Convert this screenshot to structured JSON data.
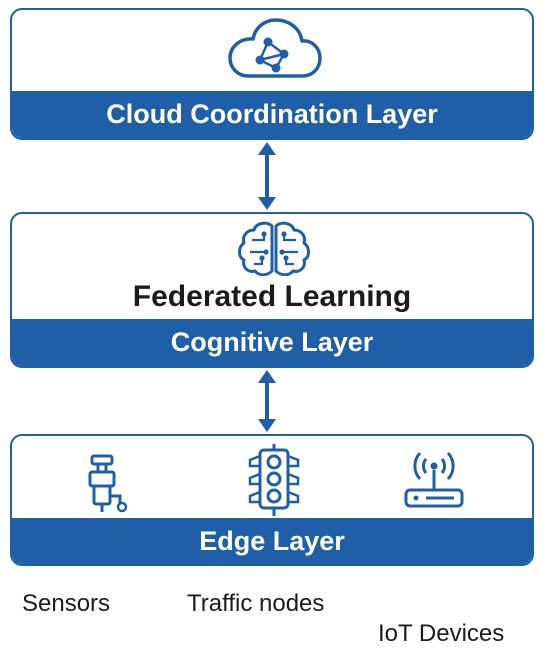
{
  "colors": {
    "accent": "#1f5fa8",
    "text": "#1b1b1b",
    "background": "#ffffff"
  },
  "cloud_layer": {
    "title": "Cloud Coordination Layer",
    "icon": "cloud-network-icon"
  },
  "cognitive_layer": {
    "heading": "Federated Learning",
    "title": "Cognitive Layer",
    "icon": "brain-circuit-icon"
  },
  "edge_layer": {
    "title": "Edge Layer",
    "icons": [
      "sensor-icon",
      "traffic-light-icon",
      "wifi-router-icon"
    ]
  },
  "devices": {
    "sensors": "Sensors",
    "traffic_nodes": "Traffic nodes",
    "iot_devices": "IoT Devices"
  }
}
